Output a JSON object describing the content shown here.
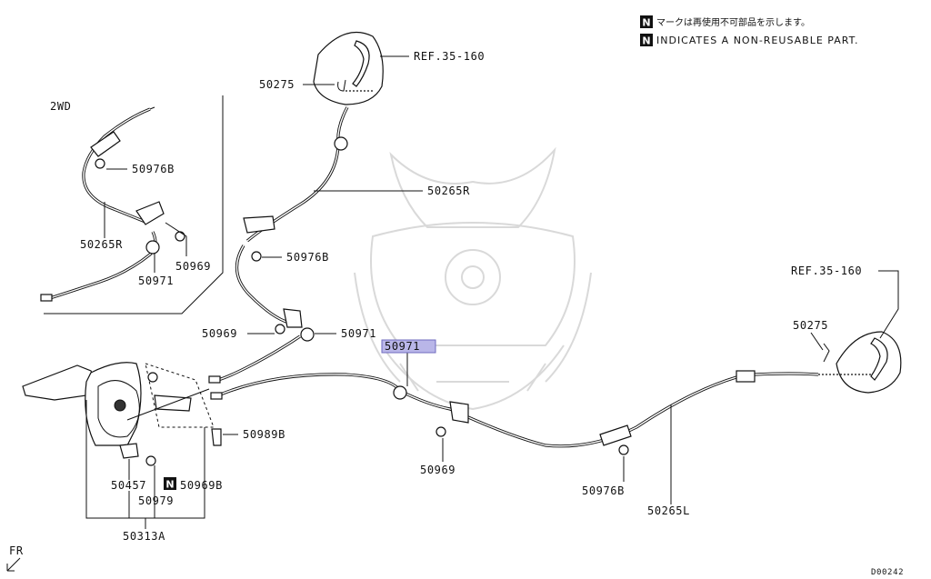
{
  "notes": {
    "jp": "マークは再使用不可部品を示します。",
    "en": "INDICATES A NON-REUSABLE PART.",
    "badge": "N"
  },
  "variant_label": "2WD",
  "labels": {
    "ref_top": "REF.35-160",
    "ref_right": "REF.35-160",
    "p50275_top": "50275",
    "p50275_right": "50275",
    "p50265R_main": "50265R",
    "p50265R_inset": "50265R",
    "p50976B_inset": "50976B",
    "p50976B_main": "50976B",
    "p50976B_lower": "50976B",
    "p50969_inset": "50969",
    "p50969_main": "50969",
    "p50969_lower": "50969",
    "p50971_inset": "50971",
    "p50971_main": "50971",
    "p50971_highlight": "50971",
    "p50989B": "50989B",
    "p50457": "50457",
    "p50979": "50979",
    "p50969B": "50969B",
    "p50313A": "50313A",
    "p50265L": "50265L",
    "fr": "FR",
    "code": "D00242"
  },
  "colors": {
    "highlight_fill": "#b9b6e8",
    "highlight_stroke": "#6f6bbf",
    "ink": "#111111",
    "watermark": "#d9d9d9"
  }
}
